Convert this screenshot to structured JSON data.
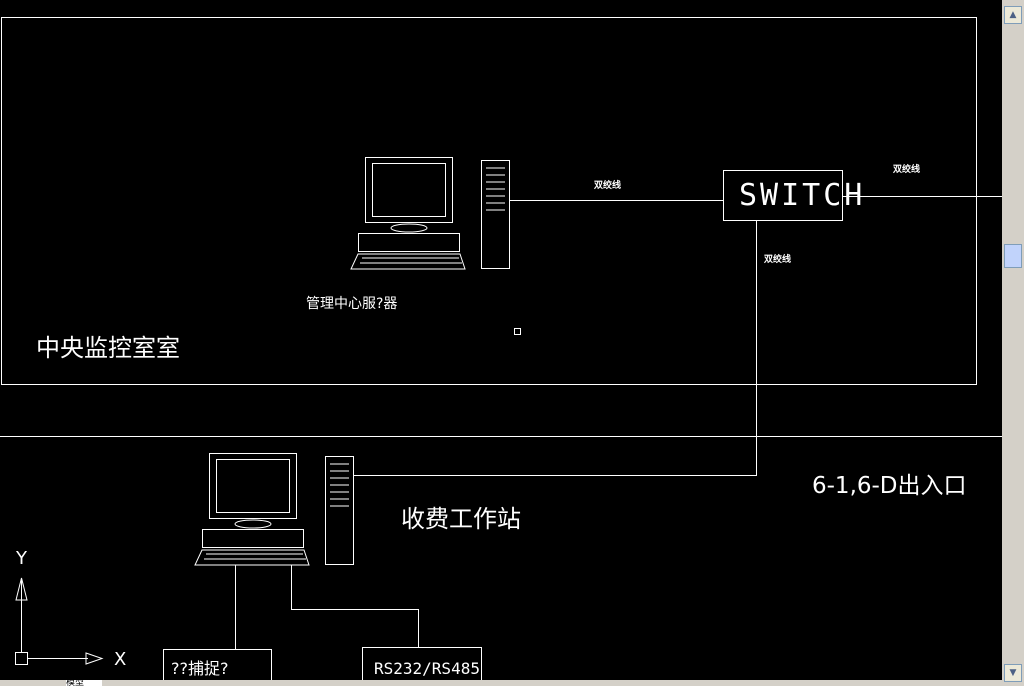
{
  "drawing": {
    "room_label": "中央监控室室",
    "server_label": "管理中心服?器",
    "switch_label": "SWITCH",
    "cable_labels": [
      "双绞线",
      "双绞线",
      "双绞线"
    ],
    "station_label": "收费工作站",
    "entrance_label": "6-1,6-D出入口",
    "capture_box": "??捕捉?",
    "serial_box": "RS232/RS485",
    "ucs_x": "X",
    "ucs_y": "Y"
  },
  "tabs": [
    "模型",
    ""
  ],
  "colors": {
    "background": "#000000",
    "lines": "#ffffff"
  }
}
